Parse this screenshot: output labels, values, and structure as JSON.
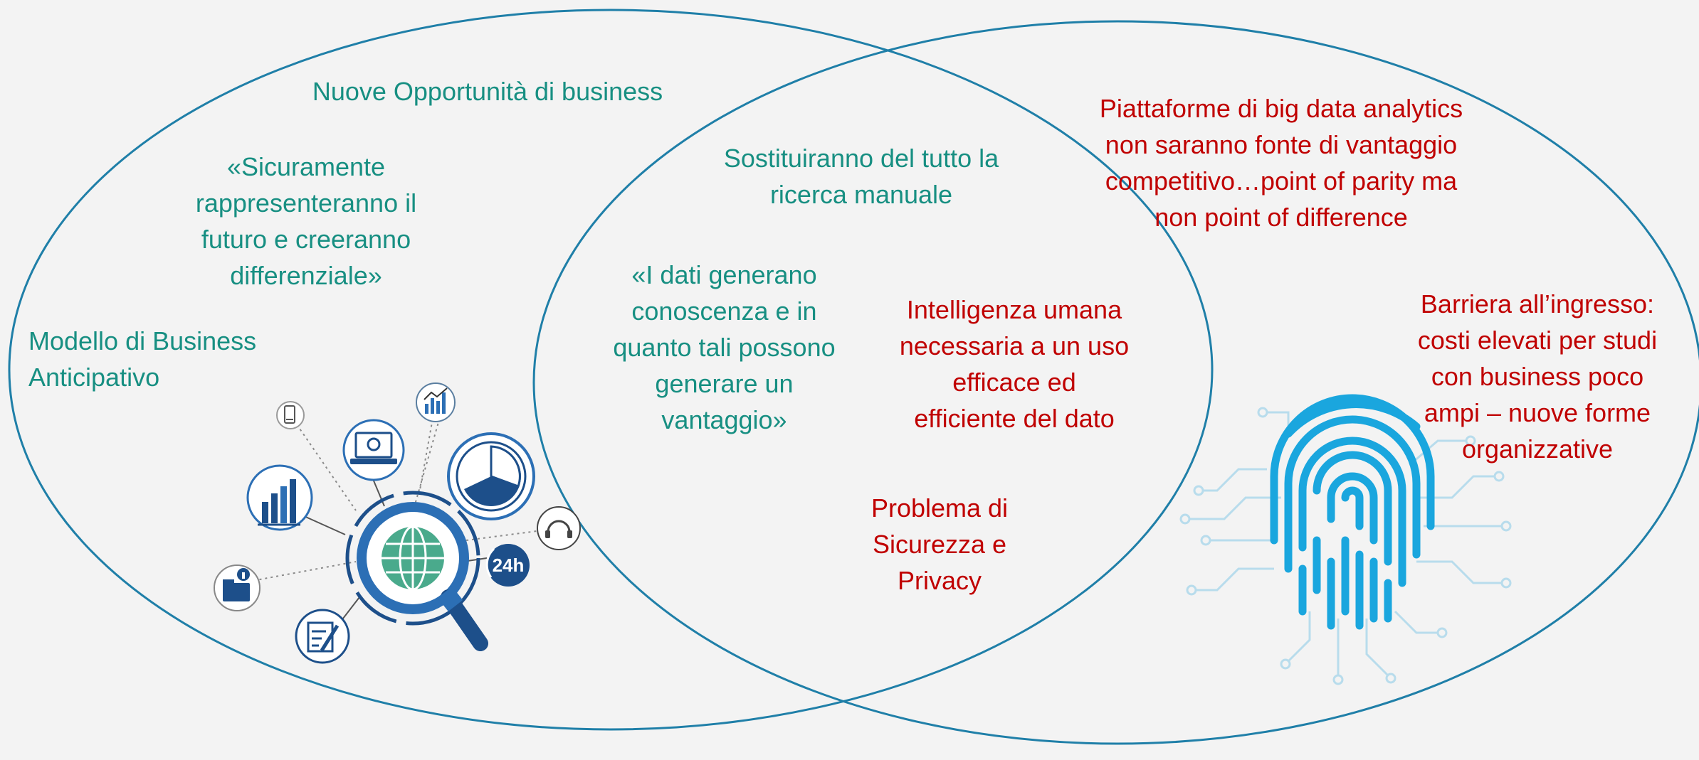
{
  "colors": {
    "background": "#f3f3f3",
    "ellipse_stroke": "#1f7fa8",
    "text_positive": "#178f82",
    "text_negative": "#c00000",
    "icon_blue": "#2c6fb5",
    "fingerprint_blue": "#1aa6de"
  },
  "left_set": {
    "title": "Nuove Opportunità di business",
    "quote": "«Sicuramente\nrappresenteranno il\nfuturo e creeranno\ndifferenziale»",
    "model": "Modello di Business\n        Anticipativo"
  },
  "intersection": {
    "statement": "Sostituiranno del tutto la\nricerca manuale",
    "quote": "«I dati generano\nconoscenza e in\nquanto tali possono\ngenerare un\nvantaggio»",
    "human": "Intelligenza umana\nnecessaria a un uso\nefficace ed\nefficiente del dato",
    "security": "Problema di\nSicurezza e\nPrivacy"
  },
  "right_set": {
    "platforms": "Piattaforme di big data analytics\nnon saranno fonte di vantaggio\ncompetitivo…point of parity ma\nnon point of difference",
    "barrier": "Barriera all’ingresso:\ncosti elevati per studi\ncon business poco\nampi – nuove forme\norganizzative"
  },
  "icons": {
    "magnifier": "magnifier-globe-icon",
    "badge_24h": "24h",
    "fingerprint": "fingerprint-icon"
  }
}
